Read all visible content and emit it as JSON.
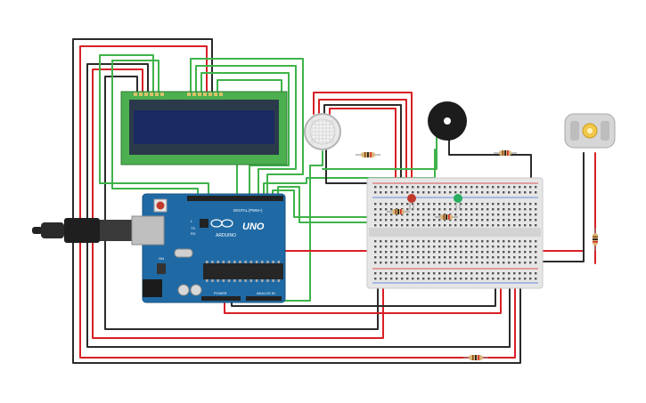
{
  "arduino": {
    "brand": "ARDUINO",
    "model": "UNO",
    "digital_label": "DIGITAL (PWM~)",
    "power_label": "POWER",
    "analog_label": "ANALOG IN",
    "tx_label": "TX",
    "rx_label": "RX",
    "l_label": "L",
    "on_label": "ON"
  },
  "components": {
    "lcd": "16x2 LCD display",
    "gas_sensor": "gas sensor",
    "buzzer": "piezo buzzer",
    "motor": "DC motor",
    "red_led": "red LED",
    "green_led": "green LED"
  },
  "colors": {
    "wire_red": "#d81f26",
    "wire_black": "#2b2b2b",
    "wire_green": "#3fb34a",
    "board_blue": "#1f6aa5",
    "lcd_green": "#4caf50",
    "lcd_screen": "#1a2a63"
  }
}
